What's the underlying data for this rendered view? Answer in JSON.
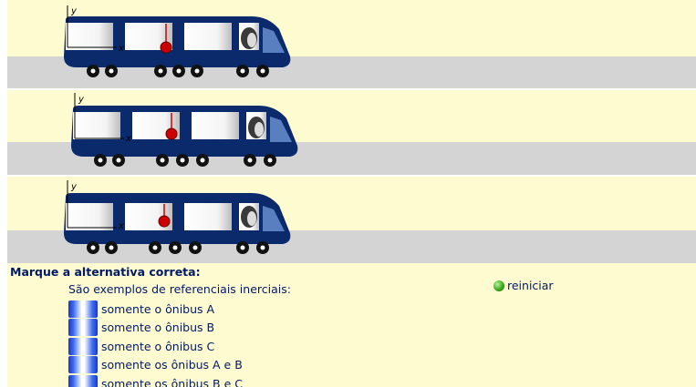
{
  "scene": {
    "buses": [
      {
        "id": "A",
        "axis_y": "y",
        "axis_x": "x"
      },
      {
        "id": "B",
        "axis_y": "y",
        "axis_x": "x"
      },
      {
        "id": "C",
        "axis_y": "y",
        "axis_x": "x"
      }
    ]
  },
  "quiz": {
    "instruction": "Marque a alternativa correta:",
    "prompt": "São exemplos de referenciais inerciais:",
    "options": [
      {
        "label": "somente o ônibus A"
      },
      {
        "label": "somente o ônibus B"
      },
      {
        "label": "somente o ônibus C"
      },
      {
        "label": "somente os ônibus A e B"
      },
      {
        "label": "somente os ônibus B e C"
      }
    ],
    "restart_label": "reiniciar"
  },
  "colors": {
    "background": "#fffbd0",
    "road": "#d4d4d4",
    "bus_body": "#0b2a6b",
    "pendulum_bob": "#d10000",
    "text": "#001a66",
    "restart_dot": "#3aa81d"
  },
  "icons": {
    "restart": "green-dot-icon",
    "option": "radio-button-icon"
  }
}
